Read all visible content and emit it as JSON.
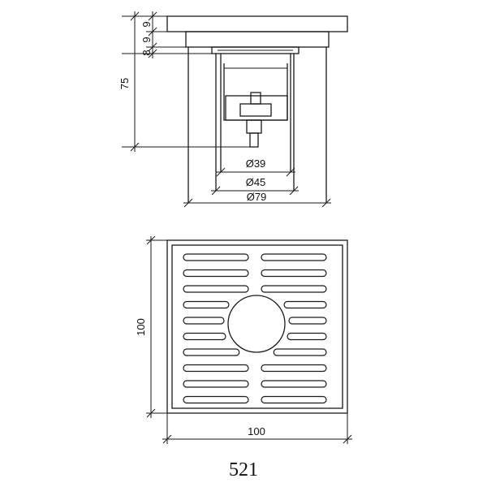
{
  "side_view": {
    "dims": {
      "d_9a": "9",
      "d_9b": "9",
      "d_8": "8",
      "height": "75",
      "dia_39": "Ø39",
      "dia_45": "Ø45",
      "dia_79": "Ø79"
    }
  },
  "top_view": {
    "dims": {
      "height": "100",
      "width": "100"
    },
    "slot_rows": 10
  },
  "model_number": "521",
  "colors": {
    "line": "#1a1a1a",
    "background": "#ffffff"
  }
}
